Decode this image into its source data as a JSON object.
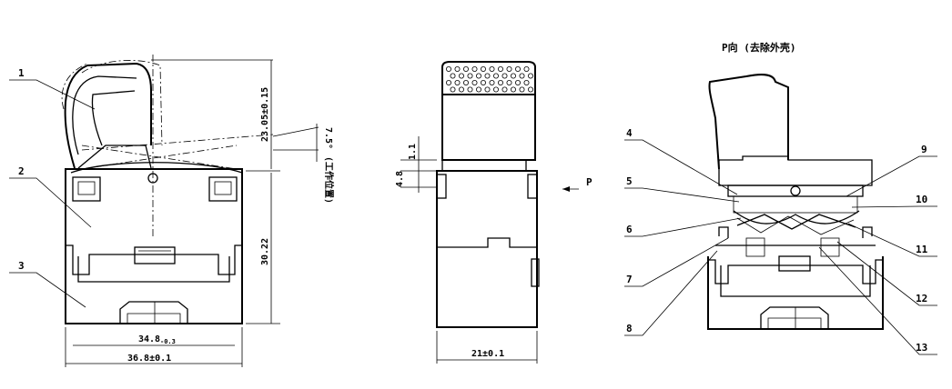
{
  "view_title": "P向 (去除外壳)",
  "direction_label": "P",
  "parts_left": [
    "1",
    "2",
    "3"
  ],
  "parts_right": [
    "4",
    "5",
    "6",
    "7",
    "8",
    "9",
    "10",
    "11",
    "12",
    "13"
  ],
  "dimensions": {
    "height_top": "23.05±0.15",
    "angle": "7.5°",
    "angle_note": "(工作位置)",
    "body_height": "30.22",
    "inner_width": "34.8",
    "inner_width_tol": "-0.3",
    "outer_width": "36.8±0.1",
    "mid_width": "21±0.1",
    "dim_1_1": "1.1",
    "dim_4_8": "4.8"
  }
}
